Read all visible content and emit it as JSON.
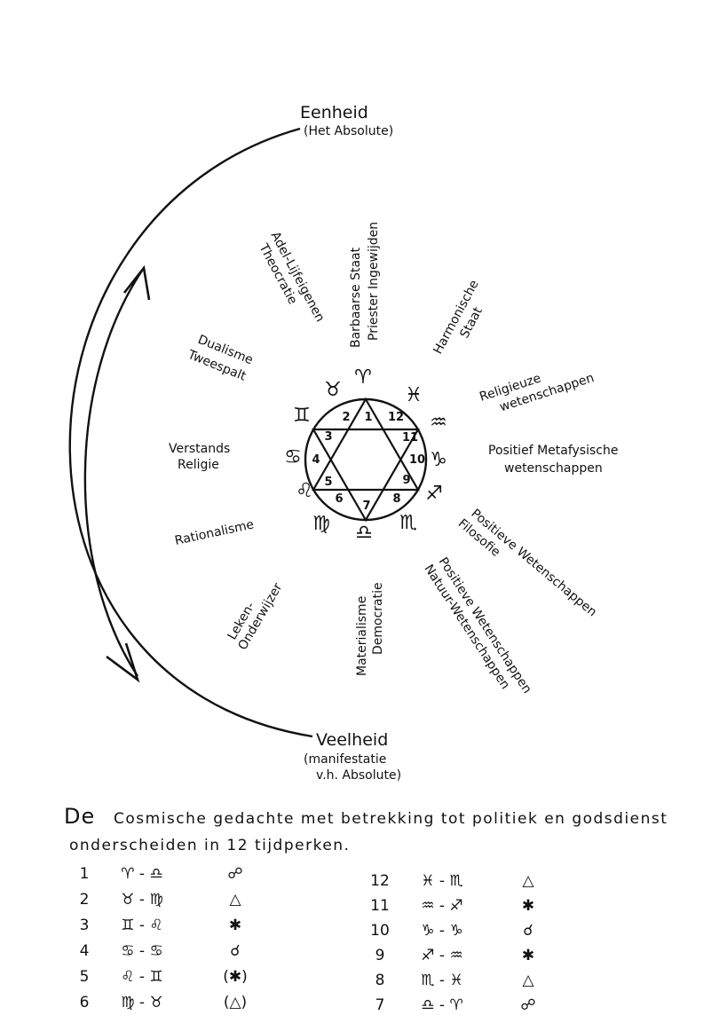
{
  "header": {
    "top_label": "Eenheid",
    "top_sub": "(Het Absolute)",
    "bottom_label": "Veelheid",
    "bottom_sub1": "(manifestatie",
    "bottom_sub2": "v.h. Absolute)"
  },
  "wheel": {
    "numbers": [
      "1",
      "2",
      "3",
      "4",
      "5",
      "6",
      "7",
      "8",
      "9",
      "10",
      "11",
      "12"
    ],
    "signs": {
      "aries": "♈",
      "taurus": "♉",
      "gemini": "♊",
      "cancer": "♋",
      "leo": "♌",
      "virgo": "♍",
      "libra": "♎",
      "scorpio": "♏",
      "sagittarius": "♐",
      "capricorn": "♑",
      "aquarius": "♒",
      "pisces": "♓"
    }
  },
  "labels": {
    "barbaarse_1": "Barbaarse Staat",
    "barbaarse_2": "Priester Ingewijden",
    "harmonische_1": "Harmonische",
    "harmonische_2": "Staat",
    "theocratie_1": "Theocratie",
    "theocratie_2": "Adel-Lijfeigenen",
    "dualisme_1": "Dualisme",
    "dualisme_2": "Tweespalt",
    "religieuze_1": "Religieuze",
    "religieuze_2": "wetenschappen",
    "positief_1": "Positief Metafysische",
    "positief_2": "wetenschappen",
    "verstands_1": "Verstands",
    "verstands_2": "Religie",
    "rationalisme": "Rationalisme",
    "filosofie_1": "Positieve Wetenschappen",
    "filosofie_2": "Filosofie",
    "natuur_1": "Positieve Wetenschappen",
    "natuur_2": "Natuur-Wetenschappen",
    "leken_1": "Leken-",
    "leken_2": "Onderwijzer",
    "materialisme_1": "Materialisme",
    "materialisme_2": "Democratie"
  },
  "caption": {
    "line1_a": "De",
    "line1_b": "Cosmische gedachte met betrekking tot politiek en godsdienst",
    "line2": "onderscheiden in 12 tijdperken."
  },
  "table_left": [
    {
      "n": "1",
      "pair": "♈ - ♎",
      "aspect": "☍"
    },
    {
      "n": "2",
      "pair": "♉ - ♍",
      "aspect": "△"
    },
    {
      "n": "3",
      "pair": "♊ - ♌",
      "aspect": "✱"
    },
    {
      "n": "4",
      "pair": "♋ - ♋",
      "aspect": "☌"
    },
    {
      "n": "5",
      "pair": "♌ - ♊",
      "aspect": "(✱)"
    },
    {
      "n": "6",
      "pair": "♍ - ♉",
      "aspect": "(△)"
    }
  ],
  "table_right": [
    {
      "n": "12",
      "pair": "♓ - ♏",
      "aspect": "△"
    },
    {
      "n": "11",
      "pair": "♒ - ♐",
      "aspect": "✱"
    },
    {
      "n": "10",
      "pair": "♑ - ♑",
      "aspect": "☌"
    },
    {
      "n": "9",
      "pair": "♐ - ♒",
      "aspect": "✱"
    },
    {
      "n": "8",
      "pair": "♏ - ♓",
      "aspect": "△"
    },
    {
      "n": "7",
      "pair": "♎ - ♈",
      "aspect": "☍"
    }
  ]
}
